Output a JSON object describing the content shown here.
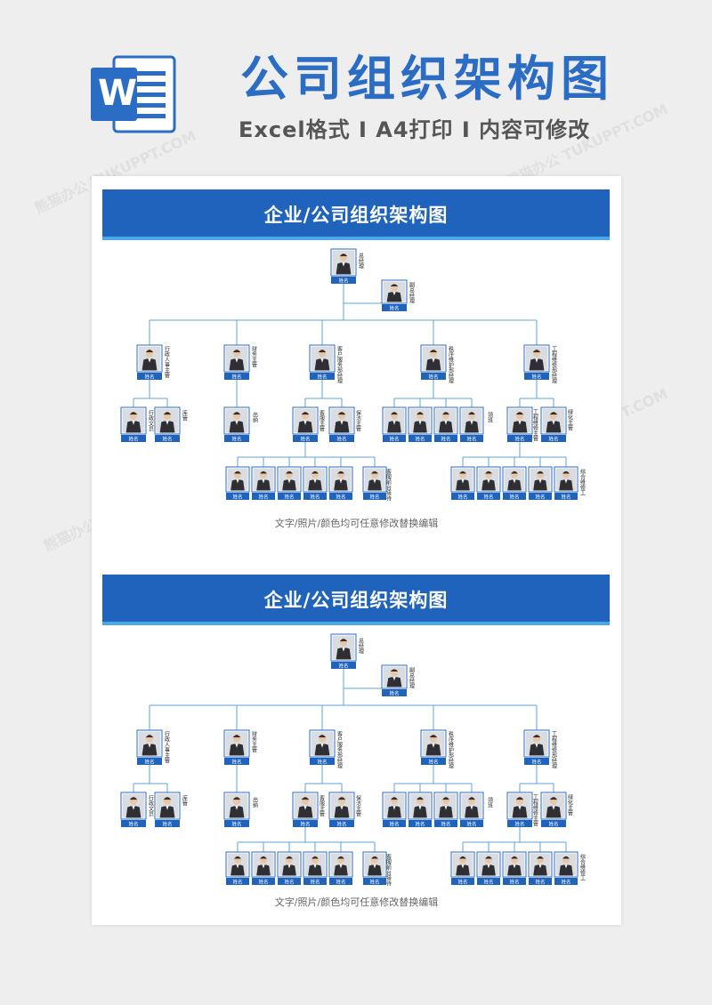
{
  "header": {
    "title": "公司组织架构图",
    "subtitle": "Excel格式 I A4打印 I 内容可修改",
    "icon_letter": "W"
  },
  "colors": {
    "brand": "#2063bd",
    "accent": "#49a8e8",
    "line": "#5da3dd",
    "name_tag": "#2063bd"
  },
  "watermark": "熊猫办公 TUKUPPT.COM",
  "sections": [
    {
      "banner": "企业/公司组织架构图",
      "caption": "文字/照片/颜色均可任意修改替换编辑"
    },
    {
      "banner": "企业/公司组织架构图",
      "caption": "文字/照片/颜色均可任意修改替换编辑"
    }
  ],
  "org": {
    "name_tag": "姓名",
    "ceo": "总经理",
    "vice": "副总经理",
    "dept_managers": [
      "行政人事主管",
      "财务主管",
      "客户服务部经理",
      "秩序维护部经理",
      "工程维修部经理"
    ],
    "admin_staff": [
      "行政文员",
      "库管"
    ],
    "finance_staff": [
      "出纳"
    ],
    "service_staff": [
      "客服主管",
      "保洁主管"
    ],
    "service_members": [
      "客服前台接待"
    ],
    "security_staff": [
      "领班"
    ],
    "engineering_staff": [
      "工程维修主管",
      "绿化主管"
    ],
    "engineering_members": [
      "综合维修工"
    ]
  }
}
